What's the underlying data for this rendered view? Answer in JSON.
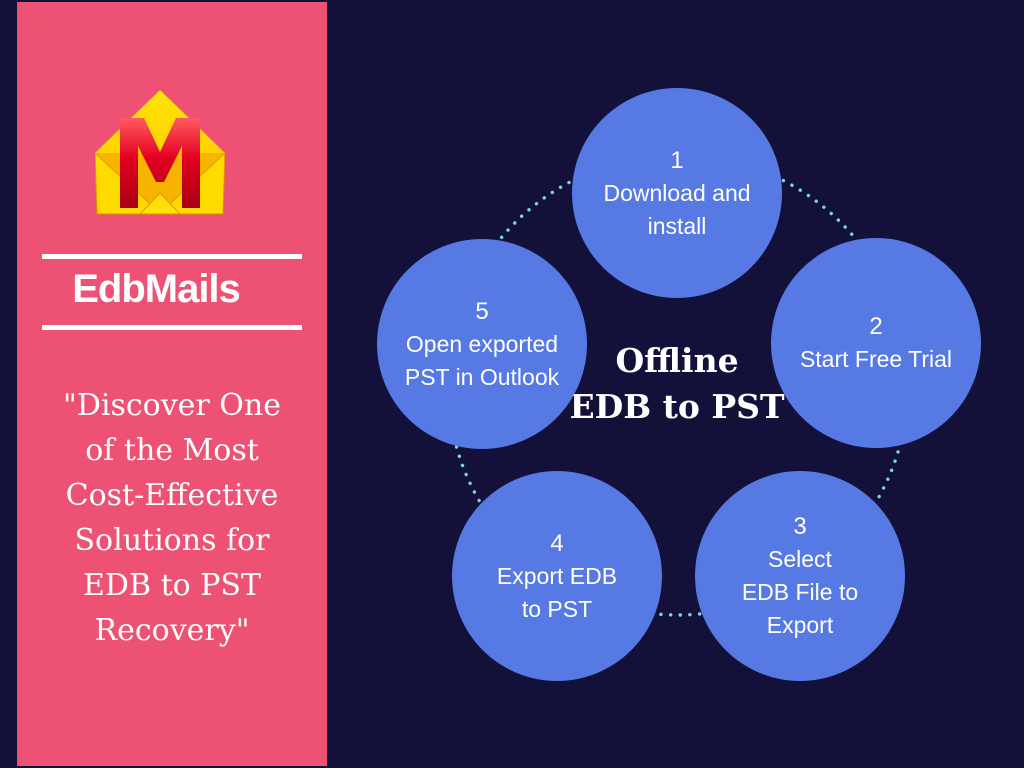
{
  "sidebar": {
    "brand_name": "EdbMails",
    "quote_lines": [
      "\"Discover One",
      "of the Most",
      "Cost-Effective",
      "Solutions for",
      "EDB to PST",
      "Recovery\""
    ]
  },
  "diagram": {
    "center_title_lines": [
      "Offline",
      "EDB to PST"
    ],
    "steps": [
      {
        "number": "1",
        "lines": [
          "Download and",
          "install"
        ]
      },
      {
        "number": "2",
        "lines": [
          "Start Free Trial"
        ]
      },
      {
        "number": "3",
        "lines": [
          "Select",
          "EDB File to",
          "Export"
        ]
      },
      {
        "number": "4",
        "lines": [
          "Export EDB",
          "to PST"
        ]
      },
      {
        "number": "5",
        "lines": [
          "Open exported",
          "PST in Outlook"
        ]
      }
    ]
  },
  "colors": {
    "background": "#131039",
    "sidebar": "#ed5173",
    "circle": "#5679e4",
    "dot": "#79d4e4",
    "text": "#ffffff",
    "logo_yellow_bright": "#ffe205",
    "logo_yellow_deep": "#f7b500",
    "logo_red": "#e30020"
  }
}
